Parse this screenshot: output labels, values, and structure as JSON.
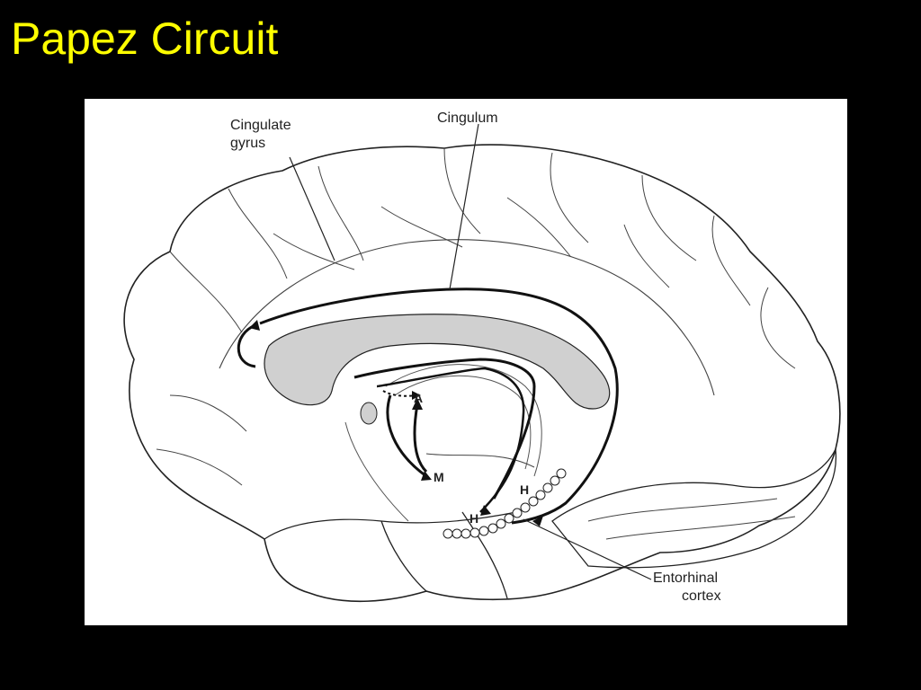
{
  "slide": {
    "title": "Papez Circuit"
  },
  "diagram": {
    "callouts": {
      "cingulate_line1": "Cingulate",
      "cingulate_line2": "gyrus",
      "cingulum": "Cingulum",
      "entorhinal_line1": "Entorhinal",
      "entorhinal_line2": "cortex"
    },
    "nodes": {
      "anterior_thalamus": "A",
      "mammillary_body": "M",
      "hippocampus_upper": "H",
      "hippocampus_lower": "H"
    }
  },
  "colors": {
    "background": "#000000",
    "title": "#ffff00",
    "panel": "#ffffff",
    "ink": "#222222",
    "corpus_callosum_fill": "#d0d0d0"
  }
}
